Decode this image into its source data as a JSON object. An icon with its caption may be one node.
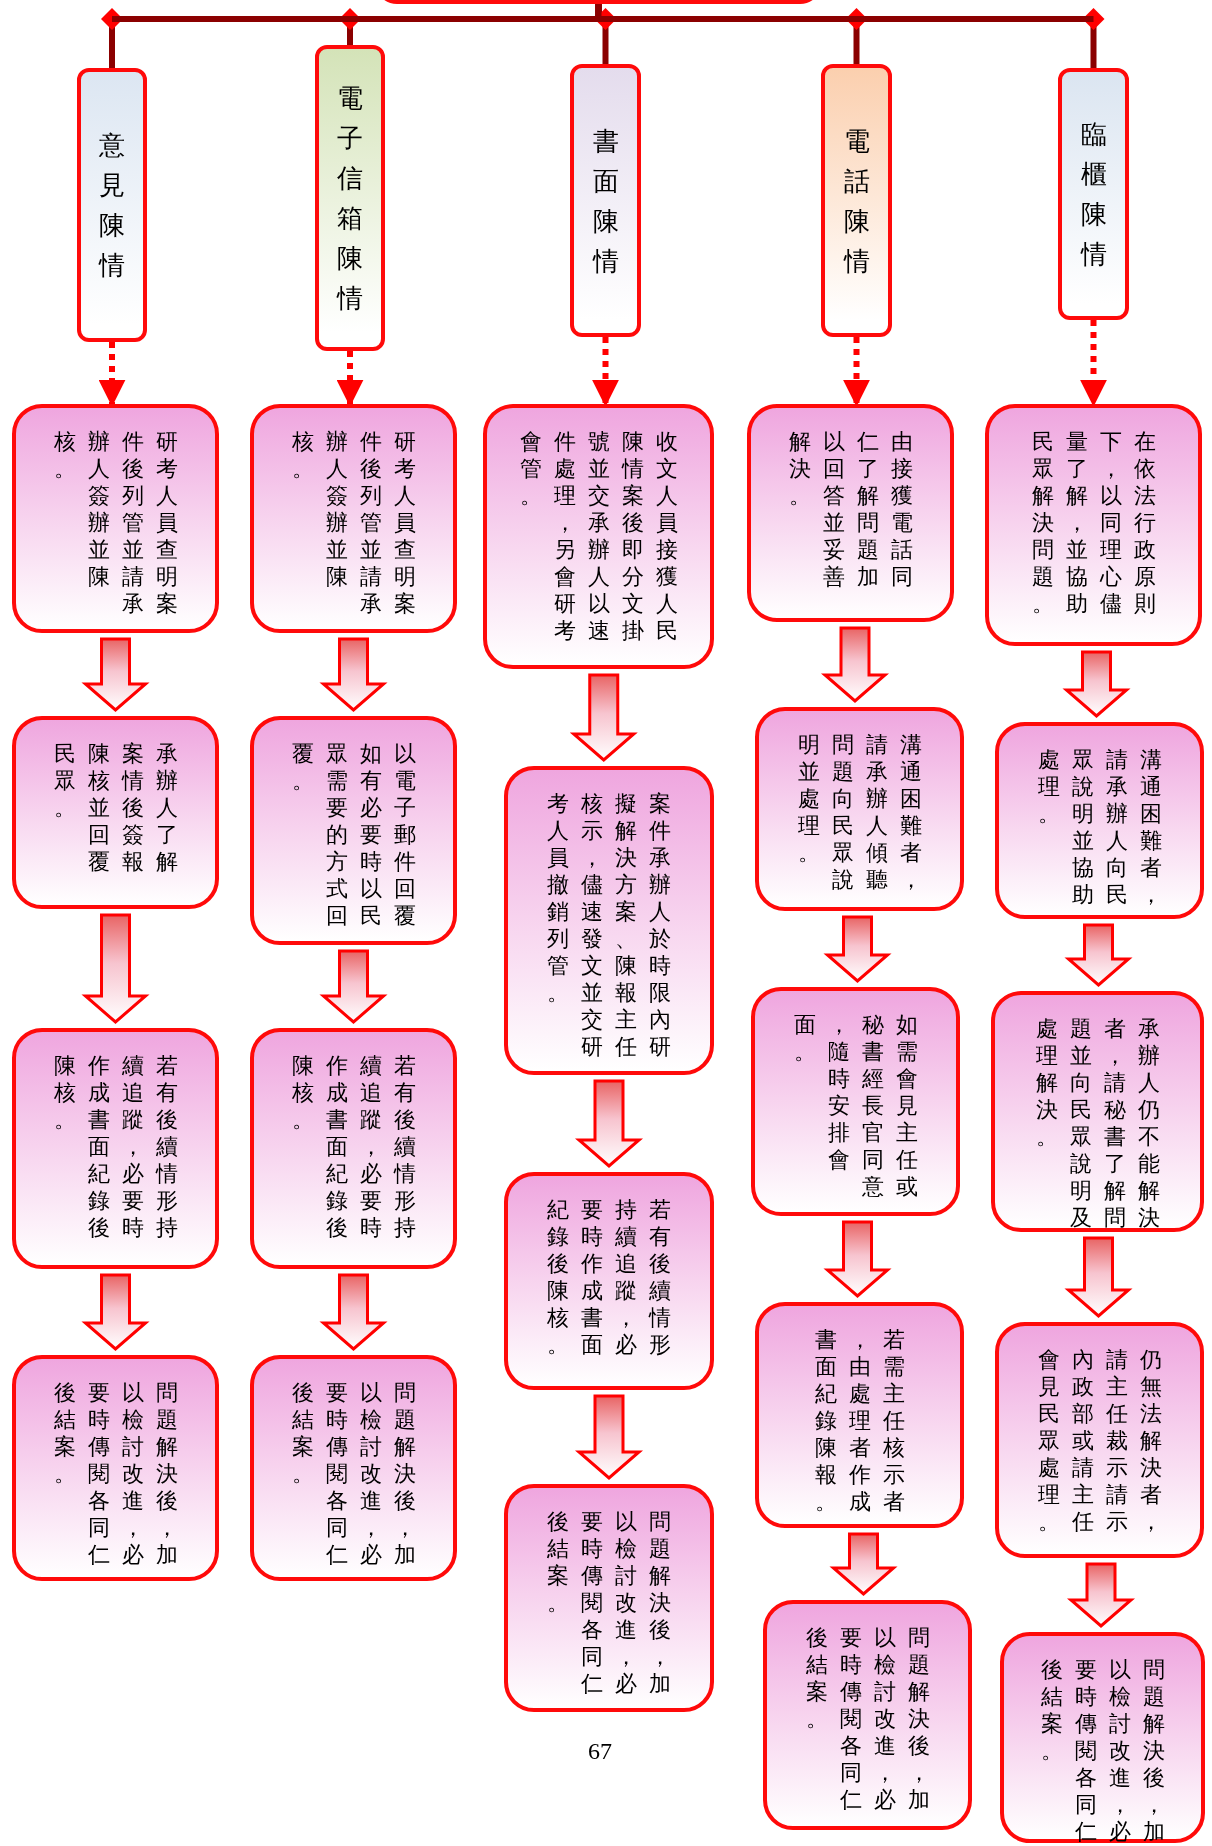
{
  "diagram": {
    "nodes": [
      {
        "text": [],
        "shape": "box"
      },
      {
        "text": [
          "意見陳情"
        ]
      },
      {
        "text": [
          "電子信箱陳情"
        ]
      },
      {
        "text": [
          "書面陳情"
        ]
      },
      {
        "text": [
          "電話陳情"
        ]
      },
      {
        "text": [
          "臨櫃陳情"
        ]
      },
      {
        "text": [
          "研考人員查明案件後列管並請承辦人簽辦並陳核。"
        ]
      },
      {
        "text": [
          "承辦人了解案情後簽報陳核並回覆民眾。"
        ]
      },
      {
        "text": [
          "若有後續情形持續追蹤，必要時作成書面紀錄後陳核。"
        ]
      },
      {
        "text": [
          "問題解決後，加以檢討改進，必要時傳閱各同仁後結案。"
        ]
      },
      {
        "text": [
          "研考人員查明案件後列管並請承辦人簽辦並陳核。"
        ]
      },
      {
        "text": [
          "以電子郵件回覆如有必要時以民眾需要的方式回覆。"
        ]
      },
      {
        "text": [
          "若有後續情形持續追蹤，必要時作成書面紀錄後陳核。"
        ]
      },
      {
        "text": [
          "問題解決後，加以檢討改進，必要時傳閱各同仁後結案。"
        ]
      },
      {
        "text": [
          "收文人員接獲人民陳情案後即分文掛號並交承辦人以速件處理，另會研考會管。"
        ]
      },
      {
        "text": [
          "案件承辦人於時限內研擬解決方案、陳報主任核示，儘速發文並交研考人員撤銷列管。"
        ]
      },
      {
        "text": [
          "若有後續情形持續追蹤，必要時作成書面紀錄後陳核。"
        ]
      },
      {
        "text": [
          "問題解決後，加以檢討改進，必要時傳閱各同仁後結案。"
        ]
      },
      {
        "text": [
          "由接獲電話同仁了解問題加以回答並妥善解決。"
        ]
      },
      {
        "text": [
          "溝通困難者，請承辦人傾聽問題向民眾說明並處理。"
        ]
      },
      {
        "text": [
          "如需會見主任或秘書經長官同意，隨時安排會面。"
        ]
      },
      {
        "text": [
          "若需主任核示者，由處理者作成書面紀錄陳報。"
        ]
      },
      {
        "text": [
          "問題解決後，加以檢討改進，必要時傳閱各同仁後結案。"
        ]
      },
      {
        "text": [
          "在依法行政原則下，以同理心儘量了解，並協助民眾解決問題。"
        ]
      },
      {
        "text": [
          "溝通困難者，請承辦人向民眾說明並協助處理。"
        ]
      },
      {
        "text": [
          "承辦人仍不能解決者，請秘書了解問題並向民眾說明及處理解決。"
        ]
      },
      {
        "text": [
          "仍無法解決者，請主任裁示請示內政部或請主任會見民眾處理。"
        ]
      },
      {
        "text": [
          "問題解決後，加以檢討改進，必要時傳閱各同仁後結案。"
        ]
      }
    ],
    "edges": [
      {
        "from": 0,
        "to": 1,
        "arrow": "none",
        "color": "#8b0000"
      },
      {
        "from": 0,
        "to": 2,
        "arrow": "none",
        "color": "#8b0000"
      },
      {
        "from": 0,
        "to": 3,
        "arrow": "none",
        "color": "#8b0000"
      },
      {
        "from": 0,
        "to": 4,
        "arrow": "none",
        "color": "#8b0000"
      },
      {
        "from": 0,
        "to": 5,
        "arrow": "none",
        "color": "#8b0000"
      },
      {
        "from": 1,
        "to": 6,
        "arrow": "to",
        "style": "dashed",
        "color": "#ff0000"
      },
      {
        "from": 2,
        "to": 10,
        "arrow": "to",
        "style": "dashed",
        "color": "#ff0000"
      },
      {
        "from": 3,
        "to": 14,
        "arrow": "to",
        "style": "dashed",
        "color": "#ff0000"
      },
      {
        "from": 4,
        "to": 18,
        "arrow": "to",
        "style": "dashed",
        "color": "#ff0000"
      },
      {
        "from": 5,
        "to": 23,
        "arrow": "to",
        "style": "dashed",
        "color": "#ff0000"
      },
      {
        "from": 6,
        "to": 7,
        "arrow": "to",
        "style": "thick"
      },
      {
        "from": 7,
        "to": 8,
        "arrow": "to",
        "style": "thick"
      },
      {
        "from": 8,
        "to": 9,
        "arrow": "to",
        "style": "thick"
      },
      {
        "from": 10,
        "to": 11,
        "arrow": "to",
        "style": "thick"
      },
      {
        "from": 11,
        "to": 12,
        "arrow": "to",
        "style": "thick"
      },
      {
        "from": 12,
        "to": 13,
        "arrow": "to",
        "style": "thick"
      },
      {
        "from": 14,
        "to": 15,
        "arrow": "to",
        "style": "thick"
      },
      {
        "from": 15,
        "to": 16,
        "arrow": "to",
        "style": "thick"
      },
      {
        "from": 16,
        "to": 17,
        "arrow": "to",
        "style": "thick"
      },
      {
        "from": 18,
        "to": 19,
        "arrow": "to",
        "style": "thick"
      },
      {
        "from": 19,
        "to": 20,
        "arrow": "to",
        "style": "thick"
      },
      {
        "from": 20,
        "to": 21,
        "arrow": "to",
        "style": "thick"
      },
      {
        "from": 21,
        "to": 22,
        "arrow": "to",
        "style": "thick"
      },
      {
        "from": 23,
        "to": 24,
        "arrow": "to",
        "style": "thick"
      },
      {
        "from": 24,
        "to": 25,
        "arrow": "to",
        "style": "thick"
      },
      {
        "from": 25,
        "to": 26,
        "arrow": "to",
        "style": "thick"
      },
      {
        "from": 26,
        "to": 27,
        "arrow": "to",
        "style": "thick"
      }
    ],
    "labels": [
      "67"
    ]
  }
}
